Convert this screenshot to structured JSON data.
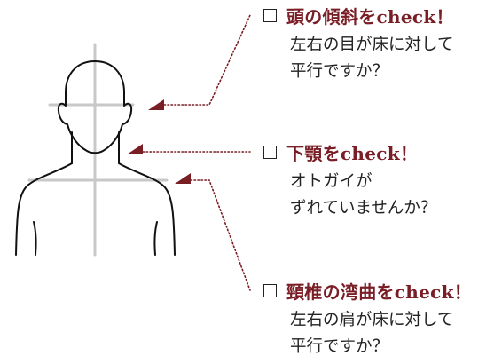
{
  "colors": {
    "accent": "#7a1e26",
    "outline": "#111111",
    "guide": "#c8c8c8"
  },
  "items": [
    {
      "title": "頭の傾斜をcheck！",
      "lines": [
        "左右の目が床に対して",
        "平行ですか？"
      ]
    },
    {
      "title": "下顎をcheck！",
      "lines": [
        "オトガイが",
        "ずれていませんか？"
      ]
    },
    {
      "title": "頸椎の湾曲をcheck！",
      "lines": [
        "左右の肩が床に対して",
        "平行ですか？"
      ]
    }
  ]
}
